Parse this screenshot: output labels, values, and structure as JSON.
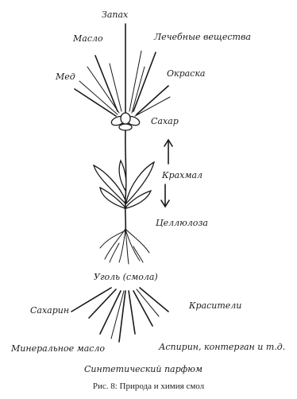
{
  "top_labels": {
    "scent": "Запах",
    "oil": "Масло",
    "medicinal": "Лечебные вещества",
    "honey": "Мед",
    "dye": "Окраска"
  },
  "plant_labels": {
    "sugar": "Сахар",
    "starch": "Крахмал",
    "cellulose": "Целлюлоза"
  },
  "bottom_labels": {
    "coal": "Уголь (смола)",
    "saccharin": "Сахарин",
    "dyes": "Красители",
    "mineral_oil": "Минеральное масло",
    "aspirin": "Аспирин, контерган и т.д.",
    "synthetic_perfume": "Синтетический парфюм"
  },
  "caption": "Рис. 8: Природа и химия смол"
}
